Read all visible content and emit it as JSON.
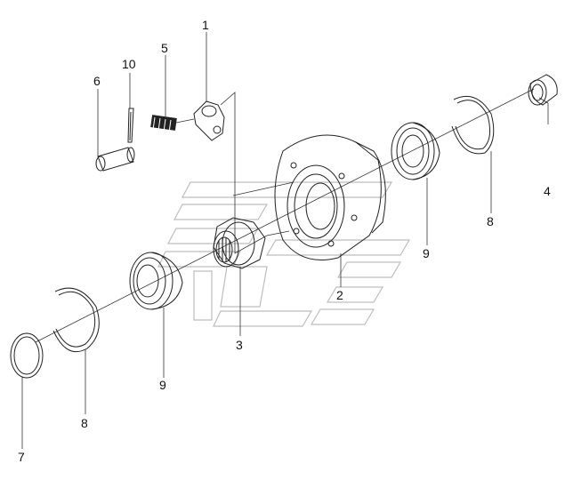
{
  "callouts": [
    {
      "id": "c1",
      "text": "1"
    },
    {
      "id": "c2",
      "text": "2"
    },
    {
      "id": "c3",
      "text": "3"
    },
    {
      "id": "c4",
      "text": "4"
    },
    {
      "id": "c5",
      "text": "5"
    },
    {
      "id": "c6",
      "text": "6"
    },
    {
      "id": "c7",
      "text": "7"
    },
    {
      "id": "c8a",
      "text": "8"
    },
    {
      "id": "c8b",
      "text": "8"
    },
    {
      "id": "c9a",
      "text": "9"
    },
    {
      "id": "c9b",
      "text": "9"
    },
    {
      "id": "c10",
      "text": "10"
    }
  ]
}
